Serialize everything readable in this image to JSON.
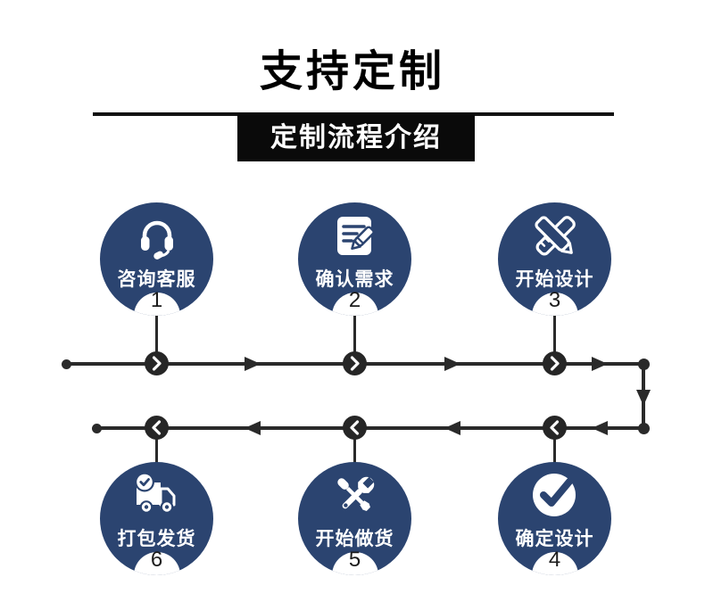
{
  "header": {
    "title": "支持定制",
    "subtitle": "定制流程介绍"
  },
  "colors": {
    "navy": "#2b4470",
    "ink": "#2a2a2a",
    "divider": "#111111",
    "subtitle_bg": "#0a0a0a",
    "number": "#1c1c1c"
  },
  "steps": [
    {
      "num": "1",
      "label": "咨询客服",
      "icon": "headset-icon"
    },
    {
      "num": "2",
      "label": "确认需求",
      "icon": "document-pencil-icon"
    },
    {
      "num": "3",
      "label": "开始设计",
      "icon": "ruler-pencil-icon"
    },
    {
      "num": "4",
      "label": "确定设计",
      "icon": "checkmark-icon"
    },
    {
      "num": "5",
      "label": "开始做货",
      "icon": "tools-icon"
    },
    {
      "num": "6",
      "label": "打包发货",
      "icon": "truck-icon"
    }
  ]
}
